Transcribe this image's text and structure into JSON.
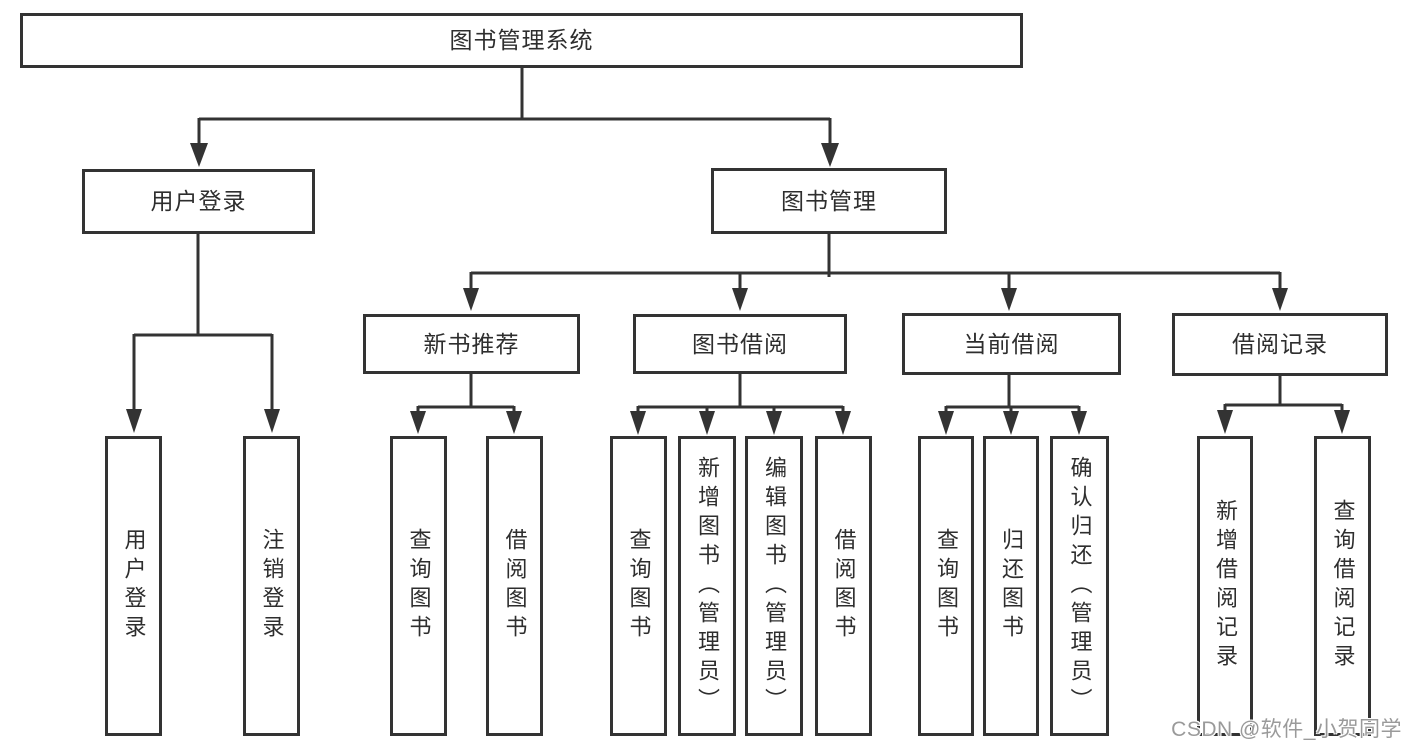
{
  "diagram_title": "图书管理系统",
  "tree": {
    "root": {
      "label": "图书管理系统"
    },
    "user_login": {
      "label": "用户登录",
      "children": [
        {
          "label": "用户登录"
        },
        {
          "label": "注销登录"
        }
      ]
    },
    "book_mgmt": {
      "label": "图书管理"
    },
    "new_book": {
      "label": "新书推荐",
      "children": [
        {
          "label": "查询图书"
        },
        {
          "label": "借阅图书"
        }
      ]
    },
    "book_borrow": {
      "label": "图书借阅",
      "children": [
        {
          "label": "查询图书"
        },
        {
          "label": "新增图书（管理员）"
        },
        {
          "label": "编辑图书（管理员）"
        },
        {
          "label": "借阅图书"
        }
      ]
    },
    "current_borrow": {
      "label": "当前借阅",
      "children": [
        {
          "label": "查询图书"
        },
        {
          "label": "归还图书"
        },
        {
          "label": "确认归还（管理员）"
        }
      ]
    },
    "borrow_records": {
      "label": "借阅记录",
      "children": [
        {
          "label": "新增借阅记录"
        },
        {
          "label": "查询借阅记录"
        }
      ]
    }
  },
  "watermark": "CSDN @软件_小贺同学",
  "colors": {
    "line": "#333333",
    "text": "#2e2e2e",
    "watermark": "#9a9a9a",
    "background": "#ffffff"
  }
}
